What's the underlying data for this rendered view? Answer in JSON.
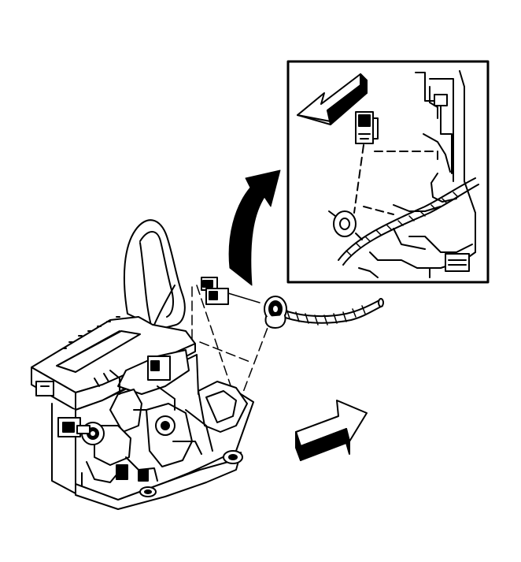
{
  "diagram": {
    "colors": {
      "line": "#000000",
      "fill": "#ffffff",
      "arrow": "#000000"
    },
    "parts": [
      "shifter-assembly",
      "shift-lever-knob",
      "electrical-connector",
      "shift-cable",
      "cable-grommet",
      "detail-inset"
    ],
    "arrows": [
      "curved-callout-arrow",
      "direction-arrow-left",
      "direction-arrow-right"
    ]
  }
}
